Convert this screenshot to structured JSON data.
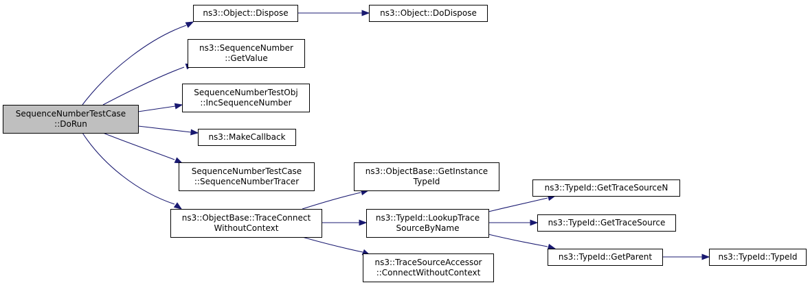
{
  "graph": {
    "nodes": [
      {
        "id": "n0",
        "lines": [
          "SequenceNumberTestCase",
          "::DoRun"
        ],
        "highlighted": true
      },
      {
        "id": "n1",
        "lines": [
          "ns3::Object::Dispose"
        ]
      },
      {
        "id": "n2",
        "lines": [
          "ns3::Object::DoDispose"
        ]
      },
      {
        "id": "n3",
        "lines": [
          "ns3::SequenceNumber",
          "::GetValue"
        ]
      },
      {
        "id": "n4",
        "lines": [
          "SequenceNumberTestObj",
          "::IncSequenceNumber"
        ]
      },
      {
        "id": "n5",
        "lines": [
          "ns3::MakeCallback"
        ]
      },
      {
        "id": "n6",
        "lines": [
          "SequenceNumberTestCase",
          "::SequenceNumberTracer"
        ]
      },
      {
        "id": "n7",
        "lines": [
          "ns3::ObjectBase::TraceConnect",
          "WithoutContext"
        ]
      },
      {
        "id": "n8",
        "lines": [
          "ns3::ObjectBase::GetInstance",
          "TypeId"
        ]
      },
      {
        "id": "n9",
        "lines": [
          "ns3::TypeId::LookupTrace",
          "SourceByName"
        ]
      },
      {
        "id": "n10",
        "lines": [
          "ns3::TraceSourceAccessor",
          "::ConnectWithoutContext"
        ]
      },
      {
        "id": "n11",
        "lines": [
          "ns3::TypeId::GetTraceSourceN"
        ]
      },
      {
        "id": "n12",
        "lines": [
          "ns3::TypeId::GetTraceSource"
        ]
      },
      {
        "id": "n13",
        "lines": [
          "ns3::TypeId::GetParent"
        ]
      },
      {
        "id": "n14",
        "lines": [
          "ns3::TypeId::TypeId"
        ]
      }
    ],
    "edges": [
      {
        "from": "n0",
        "to": "n1"
      },
      {
        "from": "n0",
        "to": "n3"
      },
      {
        "from": "n0",
        "to": "n4"
      },
      {
        "from": "n0",
        "to": "n5"
      },
      {
        "from": "n0",
        "to": "n6"
      },
      {
        "from": "n0",
        "to": "n7"
      },
      {
        "from": "n1",
        "to": "n2"
      },
      {
        "from": "n7",
        "to": "n8"
      },
      {
        "from": "n7",
        "to": "n9"
      },
      {
        "from": "n7",
        "to": "n10"
      },
      {
        "from": "n9",
        "to": "n11"
      },
      {
        "from": "n9",
        "to": "n12"
      },
      {
        "from": "n9",
        "to": "n13"
      },
      {
        "from": "n13",
        "to": "n14"
      }
    ],
    "colors": {
      "node_fill": "#ffffff",
      "highlight_fill": "#bfbfbf",
      "node_border": "#000000",
      "edge": "#191970"
    }
  }
}
